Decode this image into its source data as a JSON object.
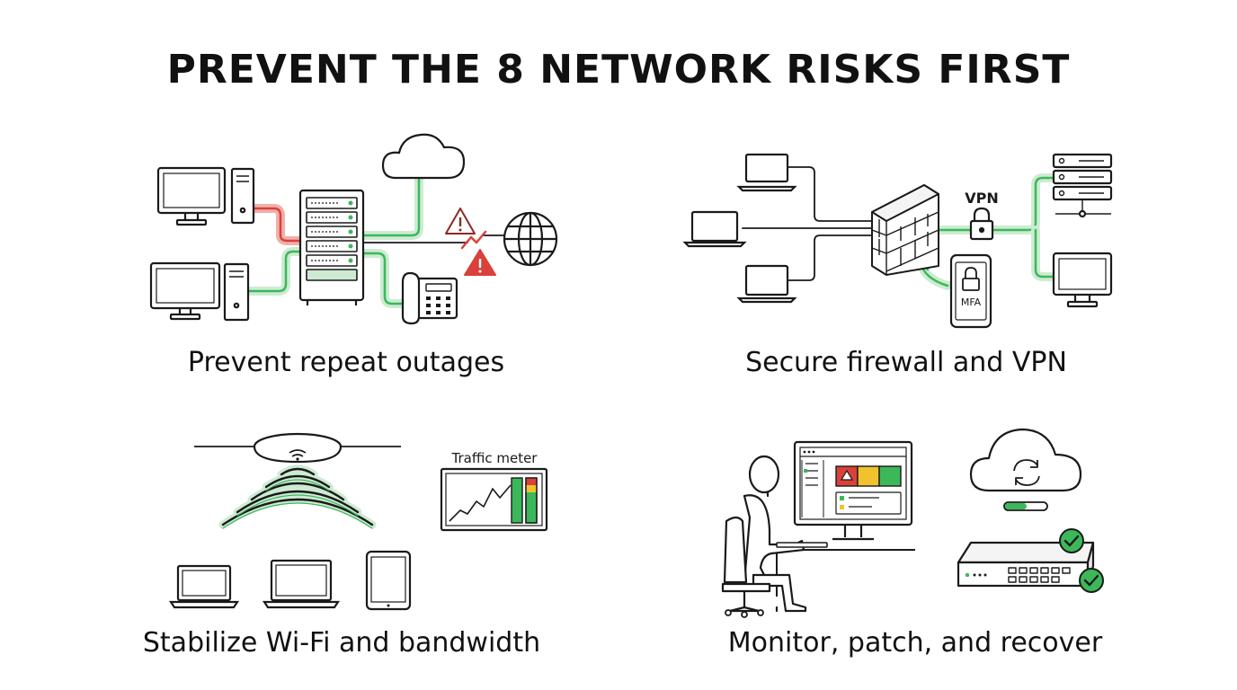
{
  "title": "PREVENT THE 8 NETWORK RISKS FIRST",
  "colors": {
    "accent": "#3cb85a",
    "accent_light": "#cdebd3",
    "danger": "#d9413a",
    "warning": "#f2c12e",
    "line": "#1a1a1a"
  },
  "panels": [
    {
      "caption": "Prevent repeat outages"
    },
    {
      "caption": "Secure firewall and VPN",
      "vpn_label": "VPN",
      "mfa_label": "MFA"
    },
    {
      "caption": "Stabilize Wi-Fi and bandwidth",
      "meter_label": "Traffic meter"
    },
    {
      "caption": "Monitor, patch, and recover"
    }
  ]
}
